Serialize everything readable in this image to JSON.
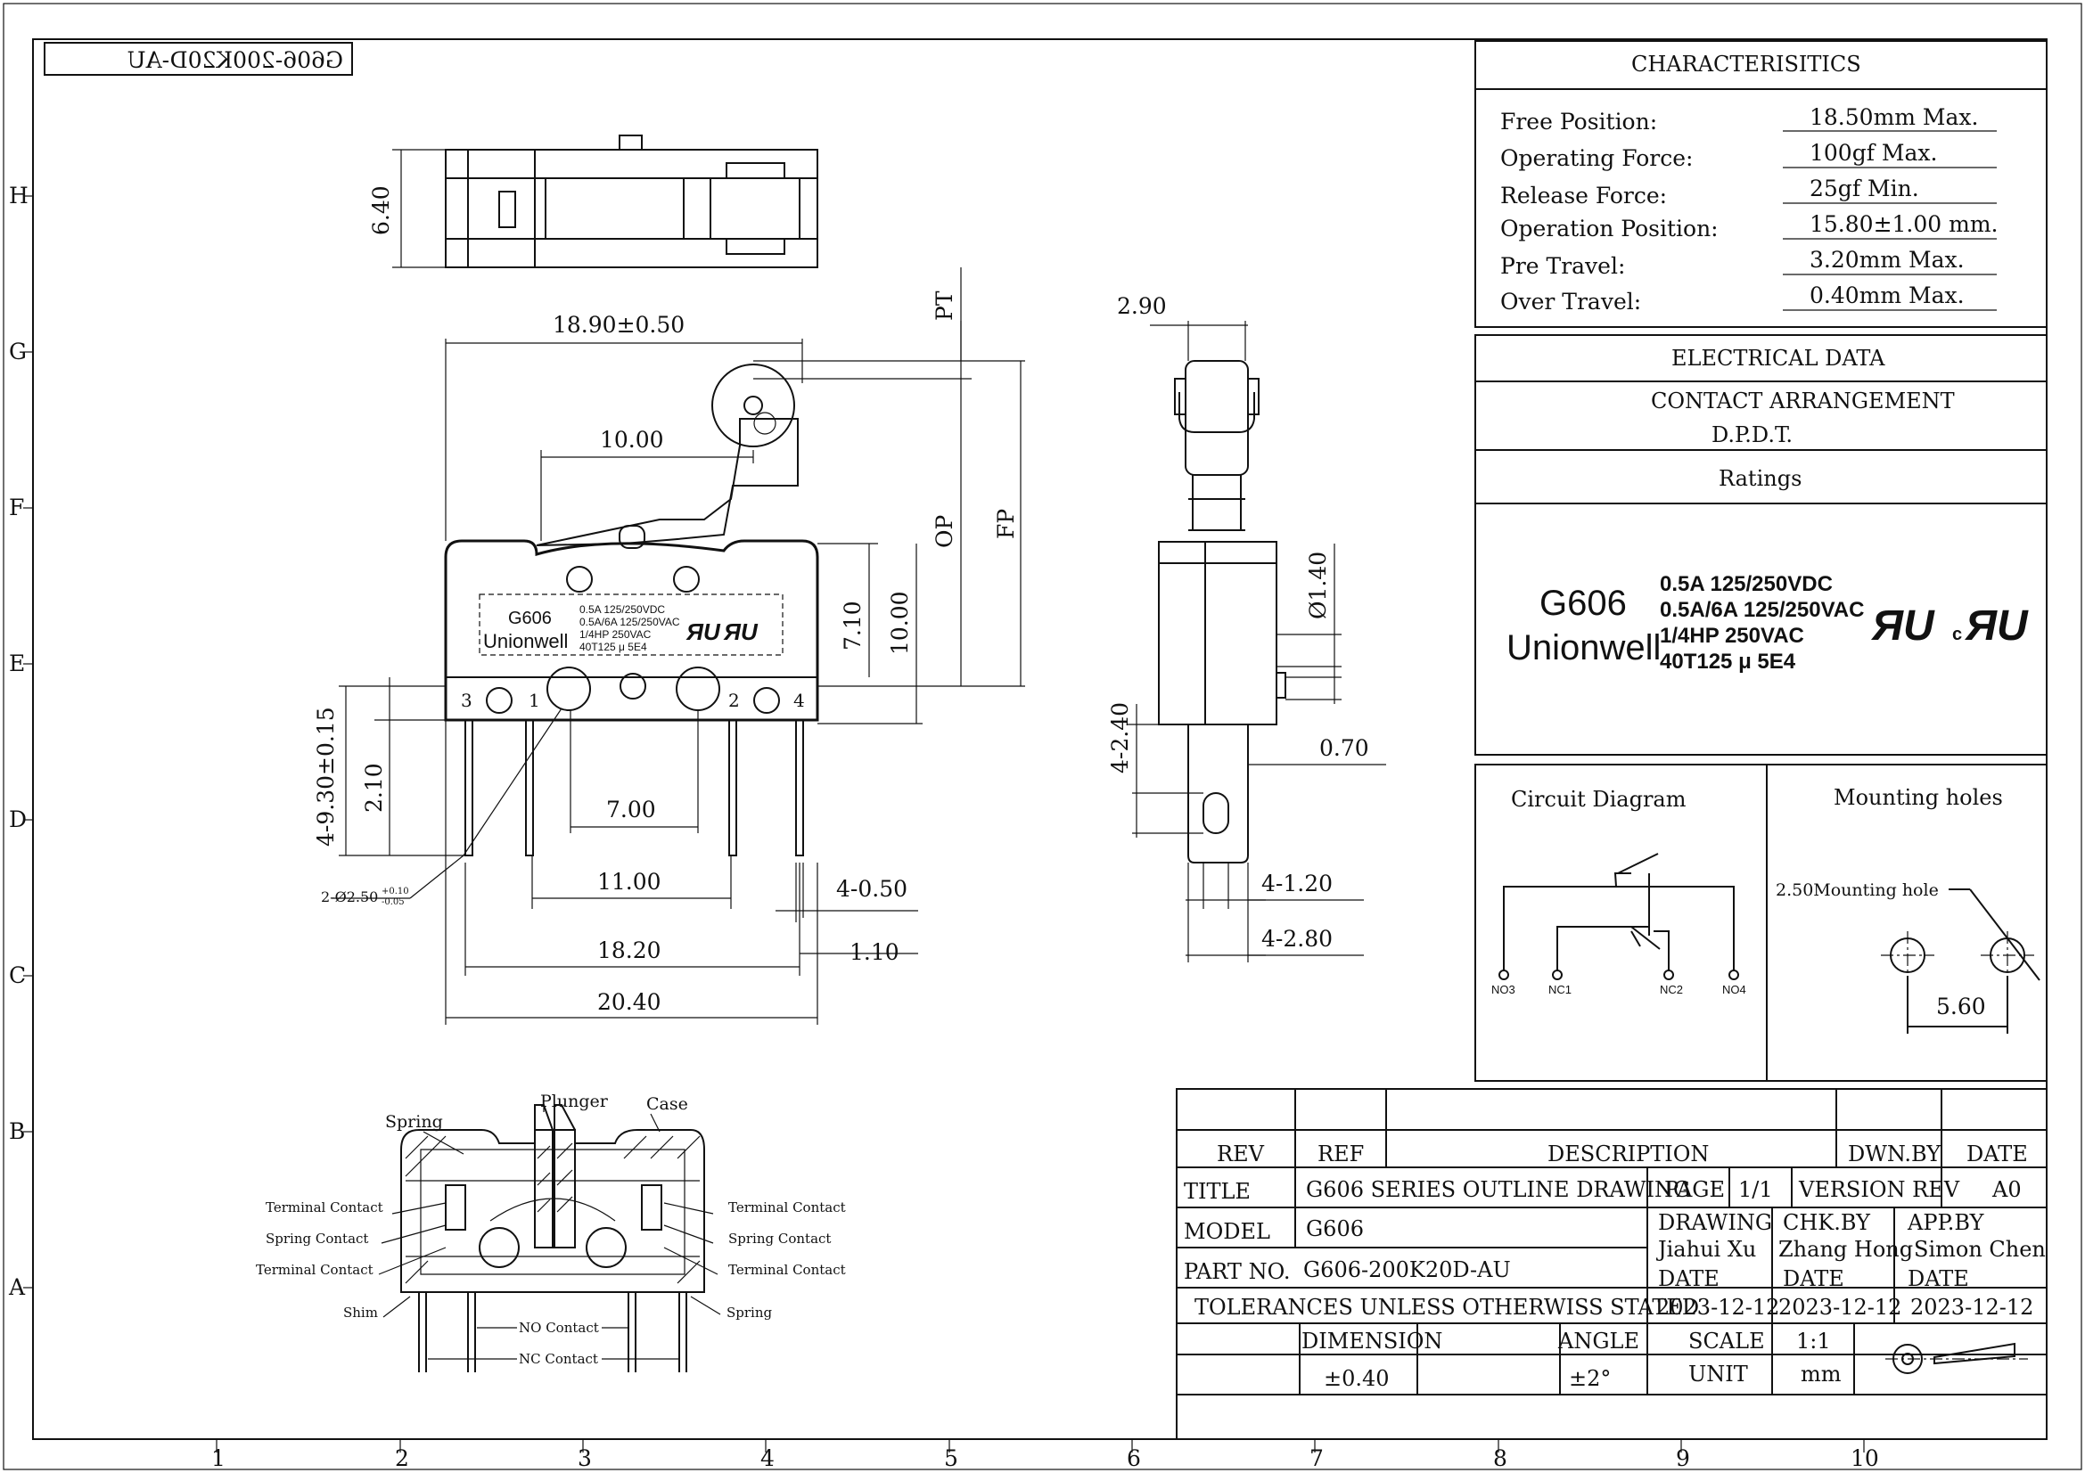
{
  "title_stamp": "G606-200K20D-AU",
  "grid": {
    "rows": [
      "H",
      "G",
      "F",
      "E",
      "D",
      "C",
      "B",
      "A"
    ],
    "cols": [
      "1",
      "2",
      "3",
      "4",
      "5",
      "6",
      "7",
      "8",
      "9",
      "10"
    ]
  },
  "dims": {
    "height": "6.40",
    "overall_width": "18.90±0.50",
    "lever": "10.00",
    "pt": "PT",
    "op": "OP",
    "fp": "FP",
    "d710": "7.10",
    "d1000": "10.00",
    "d930": "4-9.30±0.15",
    "d210": "2.10",
    "d700": "7.00",
    "d1100": "11.00",
    "d050": "4-0.50",
    "d1820": "18.20",
    "d110": "1.10",
    "d2040": "20.40",
    "hole_main": "2-Ø2.50",
    "hole_tol_up": "+0.10",
    "hole_tol_dn": "-0.05",
    "d290": "2.90",
    "d140": "Ø1.40",
    "d240": "4-2.40",
    "d070": "0.70",
    "d120": "4-1.20",
    "d280": "4-2.80"
  },
  "pins": [
    "3",
    "1",
    "2",
    "4"
  ],
  "body_label": {
    "model": "G606",
    "brand": "Unionwell",
    "ratings": [
      "0.5A 125/250VDC",
      "0.5A/6A 125/250VAC",
      "1/4HP 250VAC",
      "40T125 μ 5E4"
    ]
  },
  "characteristics": {
    "header": "CHARACTERISITICS",
    "rows": [
      {
        "label": "Free Position:",
        "value": "18.50mm Max."
      },
      {
        "label": "Operating Force:",
        "value": "100gf Max."
      },
      {
        "label": "Release Force:",
        "value": "25gf Min."
      },
      {
        "label": "Operation Position:",
        "value": "15.80±1.00 mm."
      },
      {
        "label": "Pre Travel:",
        "value": "3.20mm Max."
      },
      {
        "label": "Over Travel:",
        "value": "0.40mm Max."
      }
    ]
  },
  "electrical": {
    "header": "ELECTRICAL DATA",
    "contact_header": "CONTACT ARRANGEMENT",
    "contact_value": "D.P.D.T.",
    "ratings_header": "Ratings",
    "model": "G606",
    "brand": "Unionwell",
    "ratings": [
      "0.5A 125/250VDC",
      "0.5A/6A 125/250VAC",
      "1/4HP 250VAC",
      "40T125 μ 5E4"
    ]
  },
  "circuit": {
    "title": "Circuit Diagram",
    "terminals": [
      "NO3",
      "NC1",
      "NC2",
      "NO4"
    ]
  },
  "mounting": {
    "title": "Mounting holes",
    "hole_label": "2.50Mounting hole",
    "spacing": "5.60"
  },
  "section": {
    "labels": {
      "spring_top": "Spring",
      "plunger": "Plunger",
      "case": "Case",
      "terminal_contact": "Terminal Contact",
      "spring_contact": "Spring Contact",
      "shim": "Shim",
      "no_contact": "NO Contact",
      "nc_contact": "NC Contact",
      "spring_right": "Spring"
    }
  },
  "titleblock": {
    "rev": "REV",
    "ref": "REF",
    "description": "DESCRIPTION",
    "dwn_by": "DWN.BY",
    "date": "DATE",
    "title_label": "TITLE",
    "title_value": "G606 SERIES OUTLINE DRAWING",
    "page_label": "PAGE",
    "page_value": "1/1",
    "version_label": "VERSION REV",
    "version_value": "A0",
    "model_label": "MODEL",
    "model_value": "G606",
    "drawing_label": "DRAWING",
    "drawing_value": "Jiahui Xu",
    "chk_label": "CHK.BY",
    "chk_value": "Zhang Hong",
    "app_label": "APP.BY",
    "app_value": "Simon Chen",
    "part_label": "PART NO.",
    "part_value": "G606-200K20D-AU",
    "date_label": "DATE",
    "date1": "2023-12-12",
    "date2": "2023-12-12",
    "date3": "2023-12-12",
    "tolerances": "TOLERANCES UNLESS OTHERWISS STATED",
    "dimension_label": "DIMENSION",
    "angle_label": "ANGLE",
    "scale_label": "SCALE",
    "scale_value": "1:1",
    "dimension_value": "±0.40",
    "angle_value": "±2°",
    "unit_label": "UNIT",
    "unit_value": "mm"
  }
}
